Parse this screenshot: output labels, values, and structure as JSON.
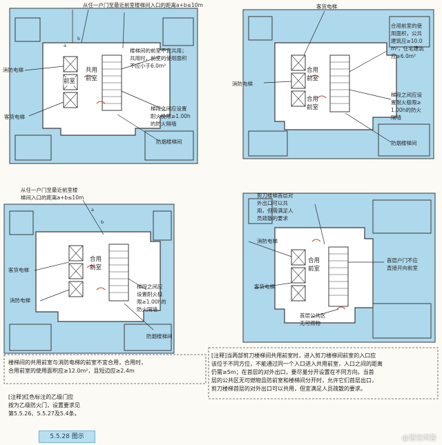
{
  "colors": {
    "wall_fill": "#aed8ec",
    "wall_stroke": "#3a3a3a",
    "core_fill": "#ffffff",
    "leader": "#2a2a2a",
    "red_door": "#c0392b"
  },
  "panel_tl": {
    "top_dim": "从任一户门至最近前室楼梯间入口的距离a+b≤10m",
    "fire_elevator": "消防电梯",
    "passenger_elevator": "客货电梯",
    "shared_antechamber_note": "楼梯间的前室不宜共用；\n共用时，前室的使用面积\n不应小于6.0m²",
    "front_room": "前室",
    "shared_front_room": "共用\n前室",
    "stair_partition_note": "梯段之间应设置\n耐火极限≥1.00h\n的防火隔墙",
    "smokeproof_stair": "防烟楼梯间",
    "dim_a": "a",
    "dim_b": "b"
  },
  "panel_tr": {
    "passenger_elevator": "客货电梯",
    "shared_area_note": "合用前室的使\n用面积，公共\n建筑应≥10.0\nm²，住宅建筑\n应≥6.0m²",
    "fire_elevator": "消防电梯",
    "shared_room": "合用\n前室",
    "shared_room2": "合用\n前室",
    "stair_partition_note": "梯段之间应设\n置耐火极限≥\n1.00h的防火\n隔墙",
    "smokeproof_stair": "防烟楼梯间"
  },
  "panel_bl": {
    "top_dim": "从任一户门至最近前室楼\n梯间入口的距离a+b≤10m",
    "passenger_elevator": "客货电梯",
    "fire_elevator": "消防电梯",
    "shared_room": "合用\n前室",
    "stair_partition_note": "梯段之间应\n设置耐火极\n限≥1.00h的\n防火隔墙",
    "smokeproof_stair": "防烟楼梯间",
    "dim_a": "a",
    "dim_b": "b"
  },
  "panel_br": {
    "scissor_note": "剪刀楼梯首层对\n外出口可以共\n用，但需满足人\n员疏散的要求",
    "fire_elevator": "消防电梯",
    "shared_room": "合用\n前室",
    "door_note": "首层户门不应\n直接开向前室",
    "passenger_elevator": "客货电梯",
    "public_area": "首层公共区\n无可燃物"
  },
  "note_bl": "楼梯间的共用前室与消防电梯的前室不宜合用，合用时，\n合用前室的使用面积应≥12.0m²，且短边应≥2.4m",
  "note_br": "[注释]当两部剪刀楼梯间共用前室时，进入剪刀楼梯间前室的入口应\n该位于不同方位，不能通过同一个入口进入共用前室，入口之间的距离\n仍需≥5m；在首层的对外出口，要尽量分开设置在不同方向。当首\n层的公共区无可燃物且防前室和楼梯间分开时，允许它们首层出口，\n剪刀楼梯首层的对外出口可以共用，但宜满足人员疏散的要求。",
  "note_left": "[注释]红色标注的乙级门应\n按为乙级防火门，设置要求见\n第5.5.26、5.5.27及5.4条。",
  "caption": "5.5.28 图示",
  "watermark": "@悟空问答"
}
